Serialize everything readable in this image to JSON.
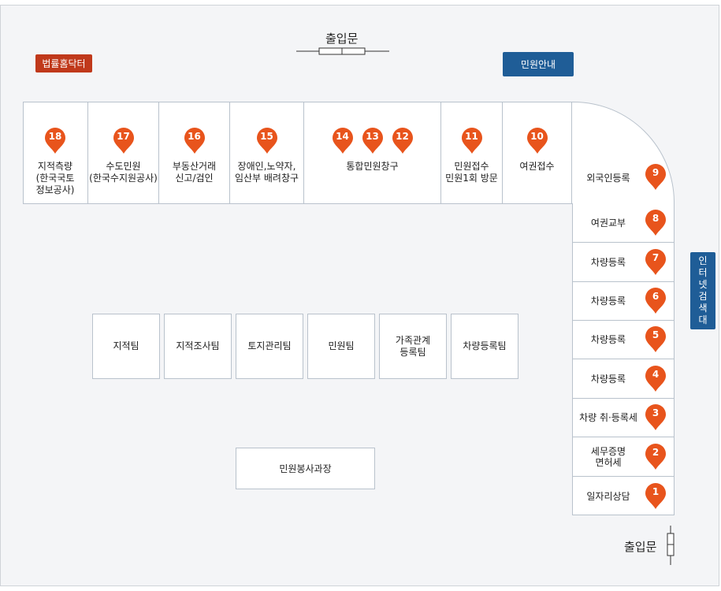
{
  "entrances": {
    "top": "출입문",
    "bottom_right": "출입문"
  },
  "badges": {
    "legal": "법률홈닥터",
    "info": "민원안내",
    "internet": [
      "인",
      "터",
      "넷",
      "검",
      "색",
      "대"
    ]
  },
  "pin_color": "#e8541c",
  "top_counters": [
    {
      "numbers": [
        "18"
      ],
      "lines": [
        "지적측량",
        "(한국국토",
        "정보공사)"
      ]
    },
    {
      "numbers": [
        "17"
      ],
      "lines": [
        "수도민원",
        "(한국수지원공사)"
      ]
    },
    {
      "numbers": [
        "16"
      ],
      "lines": [
        "부동산거래",
        "신고/검인"
      ]
    },
    {
      "numbers": [
        "15"
      ],
      "lines": [
        "장애인,노약자,",
        "임산부 배려창구"
      ]
    },
    {
      "numbers": [
        "14",
        "13",
        "12"
      ],
      "lines": [
        "통합민원창구"
      ]
    },
    {
      "numbers": [
        "11"
      ],
      "lines": [
        "민원접수",
        "민원1회 방문"
      ]
    },
    {
      "numbers": [
        "10"
      ],
      "lines": [
        "여권접수"
      ]
    }
  ],
  "corner_counter": {
    "number": "9",
    "label": "외국인등록"
  },
  "right_counters": [
    {
      "number": "8",
      "lines": [
        "여권교부"
      ]
    },
    {
      "number": "7",
      "lines": [
        "차량등록"
      ]
    },
    {
      "number": "6",
      "lines": [
        "차량등록"
      ]
    },
    {
      "number": "5",
      "lines": [
        "차량등록"
      ]
    },
    {
      "number": "4",
      "lines": [
        "차량등록"
      ]
    },
    {
      "number": "3",
      "lines": [
        "차량 취·등록세"
      ]
    },
    {
      "number": "2",
      "lines": [
        "세무증명",
        "면허세"
      ]
    },
    {
      "number": "1",
      "lines": [
        "일자리상담"
      ]
    }
  ],
  "teams": [
    {
      "lines": [
        "지적팀"
      ]
    },
    {
      "lines": [
        "지적조사팀"
      ]
    },
    {
      "lines": [
        "토지관리팀"
      ]
    },
    {
      "lines": [
        "민원팀"
      ]
    },
    {
      "lines": [
        "가족관계",
        "등록팀"
      ]
    },
    {
      "lines": [
        "차량등록팀"
      ]
    }
  ],
  "service_desk": "민원봉사과장"
}
